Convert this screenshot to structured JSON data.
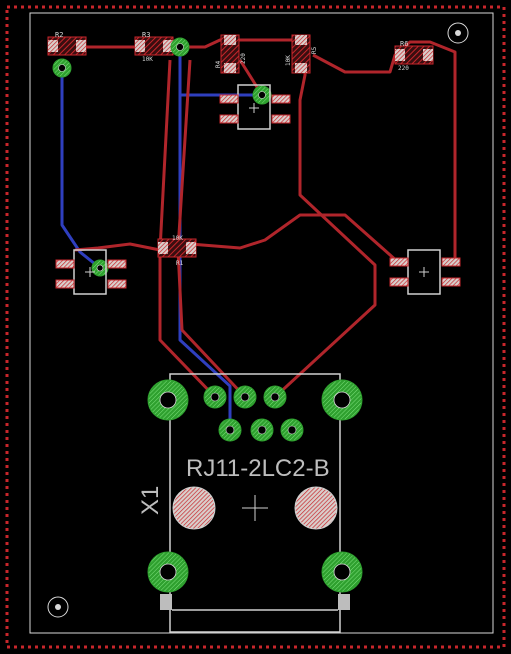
{
  "colors": {
    "background": "#000000",
    "outline": "#d9d9d9",
    "board_edge": "#c8262b",
    "top_trace": "#b0252b",
    "bottom_trace": "#2f3fbf",
    "pad_fill": "#3cc23c",
    "smd_pad": "#b9b1ae",
    "silk": "#d0d0d0"
  },
  "components": {
    "r2": {
      "name": "R2"
    },
    "r3": {
      "name": "R3",
      "value": "10K"
    },
    "r4": {
      "name": "R4",
      "value": "220"
    },
    "r5": {
      "name": "R5",
      "value": "10K"
    },
    "r6": {
      "name": "R6",
      "value": "220"
    },
    "r1": {
      "name": "R1",
      "value": "10K"
    }
  },
  "connector": {
    "name": "X1",
    "part": "RJ11-2LC2-B"
  }
}
